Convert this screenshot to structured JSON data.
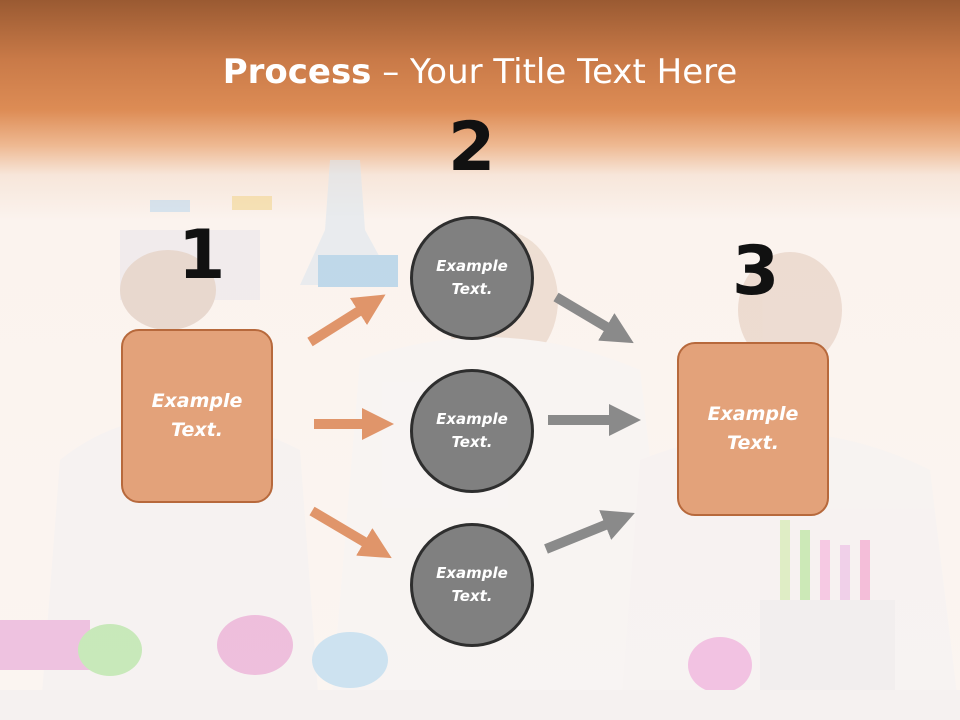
{
  "title": {
    "bold": "Process",
    "rest": " – Your Title Text Here"
  },
  "steps": {
    "n1": "1",
    "n2": "2",
    "n3": "3"
  },
  "boxes": {
    "left": [
      "Example",
      "Text."
    ],
    "right": [
      "Example",
      "Text."
    ]
  },
  "circles": [
    {
      "line1": "Example",
      "line2": "Text."
    },
    {
      "line1": "Example",
      "line2": "Text."
    },
    {
      "line1": "Example",
      "line2": "Text."
    }
  ],
  "colors": {
    "orange_box": "#e3a27a",
    "orange_arrow": "#e0956a",
    "gray_circle": "#808080",
    "gray_arrow": "#8a8a8a",
    "header": "#c97a48"
  }
}
